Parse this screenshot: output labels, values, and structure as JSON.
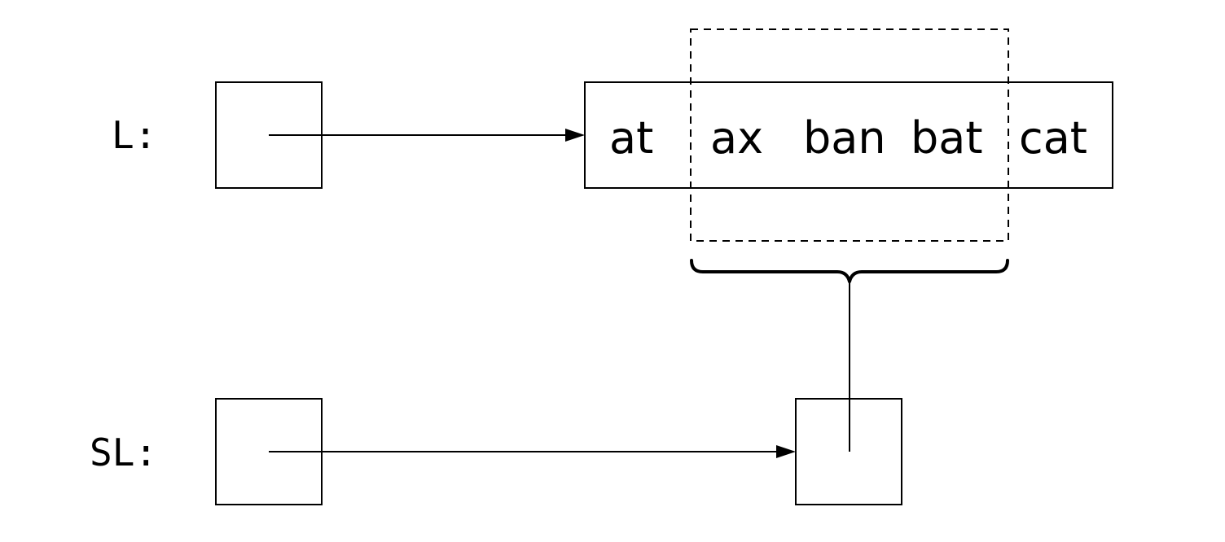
{
  "diagram": {
    "list_label": "L:",
    "sublist_label": "SL:",
    "elements": [
      "at",
      "ax",
      "ban",
      "bat",
      "cat"
    ]
  }
}
